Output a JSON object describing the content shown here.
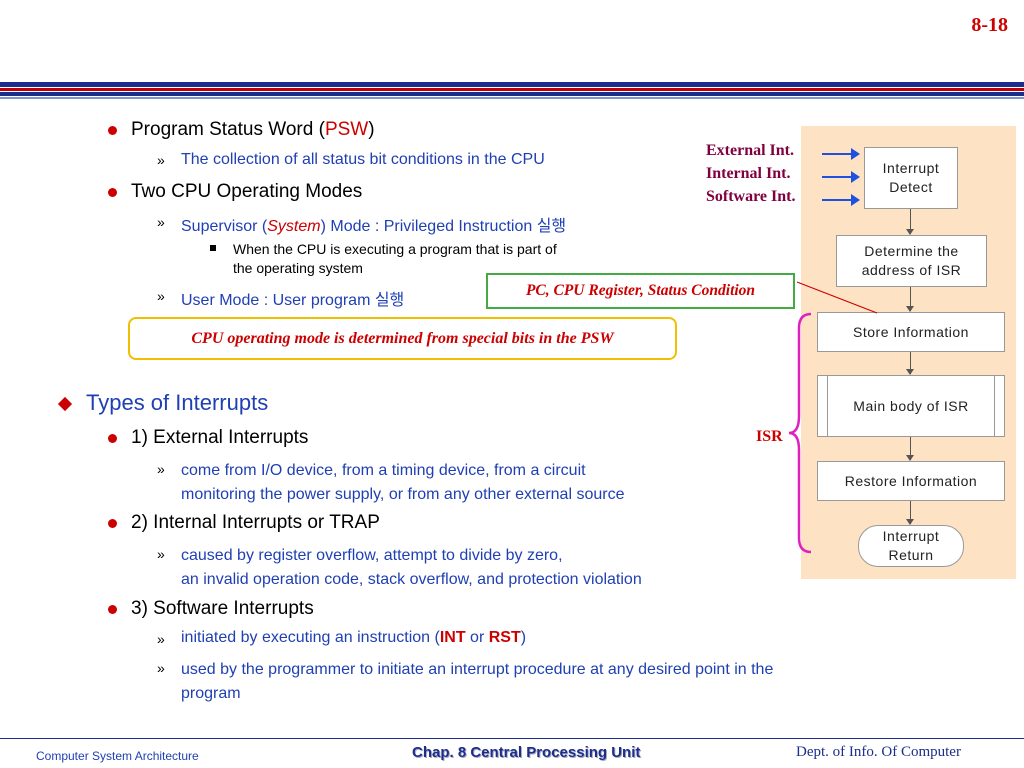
{
  "page_number": "8-18",
  "psw": {
    "prefix": "Program Status Word (",
    "acronym": "PSW",
    "suffix": ")",
    "desc": "The collection of all status bit conditions in the CPU"
  },
  "modes": {
    "title": "Two CPU Operating Modes",
    "supervisor": {
      "prefix": "Supervisor (",
      "italic": "System",
      "suffix": ") Mode : Privileged Instruction 실행"
    },
    "supervisor_note": [
      "When the CPU is executing a program that is part of",
      "the operating system"
    ],
    "user": "User Mode : User program 실행"
  },
  "callouts": {
    "pc_box": "PC, CPU Register, Status Condition",
    "mode_box": "CPU operating mode is determined from special bits in the PSW"
  },
  "types": {
    "title": "Types of Interrupts",
    "external": {
      "title": "1) External Interrupts",
      "desc": [
        "come from I/O device, from a timing device, from a circuit",
        "monitoring the power supply, or from any other external source"
      ]
    },
    "internal": {
      "title": "2) Internal Interrupts or TRAP",
      "desc": [
        "caused by register overflow, attempt to divide by zero,",
        "an invalid operation code, stack overflow, and protection violation"
      ]
    },
    "software": {
      "title": "3) Software Interrupts",
      "item1": {
        "prefix": "initiated by executing an instruction (",
        "int": "INT",
        "mid": " or ",
        "rst": "RST",
        "suffix": ")"
      },
      "item2": [
        "used by the programmer to initiate an interrupt procedure at any desired point in the",
        "program"
      ]
    }
  },
  "flowchart": {
    "inputs": [
      "External Int.",
      "Internal Int.",
      "Software Int."
    ],
    "detect": [
      "Interrupt",
      "Detect"
    ],
    "determine": [
      "Determine the",
      "address of ISR"
    ],
    "store": "Store Information",
    "main": "Main body of ISR",
    "restore": "Restore Information",
    "return": [
      "Interrupt",
      "Return"
    ],
    "isr_label": "ISR"
  },
  "footer": {
    "left": "Computer System Architecture",
    "center": "Chap. 8  Central Processing Unit",
    "right": "Dept. of Info. Of Computer"
  },
  "colors": {
    "accent_red": "#cc0000",
    "text_blue": "#1f3fb4",
    "panel_bg": "#fde3c4",
    "brace": "#e020c0",
    "band_blue": "#1b2e8c",
    "band_red": "#c00000"
  }
}
